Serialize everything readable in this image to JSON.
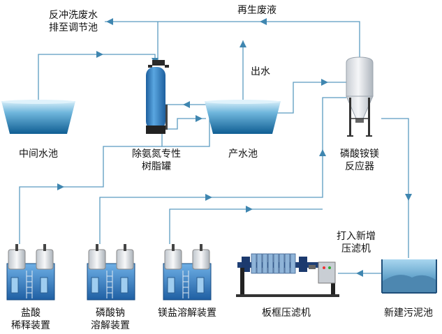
{
  "labels": {
    "backwash": [
      "反冲洗废水",
      "排至调节池"
    ],
    "regen_waste": "再生废液",
    "outlet_water": "出水",
    "mid_pool": "中间水池",
    "resin_tank": [
      "除氨氮专性",
      "树脂罐"
    ],
    "product_pool": "产水池",
    "reactor": [
      "磷酸铵镁",
      "反应器"
    ],
    "new_press": [
      "打入新增",
      "压滤机"
    ],
    "hcl": [
      "盐酸",
      "稀释装置"
    ],
    "na_phosphate": [
      "磷酸钠",
      "溶解装置"
    ],
    "mg_salt": "镁盐溶解装置",
    "filter_press": "板框压滤机",
    "sludge_pool": "新建污泥池"
  },
  "colors": {
    "line": "#5a9bc0",
    "arrow": "#3f86b0",
    "water_dark": "#1a6fa3",
    "water_light": "#bfe3f5",
    "tank_blue": "#2f7fc6",
    "steel": "#9aa3ad"
  }
}
